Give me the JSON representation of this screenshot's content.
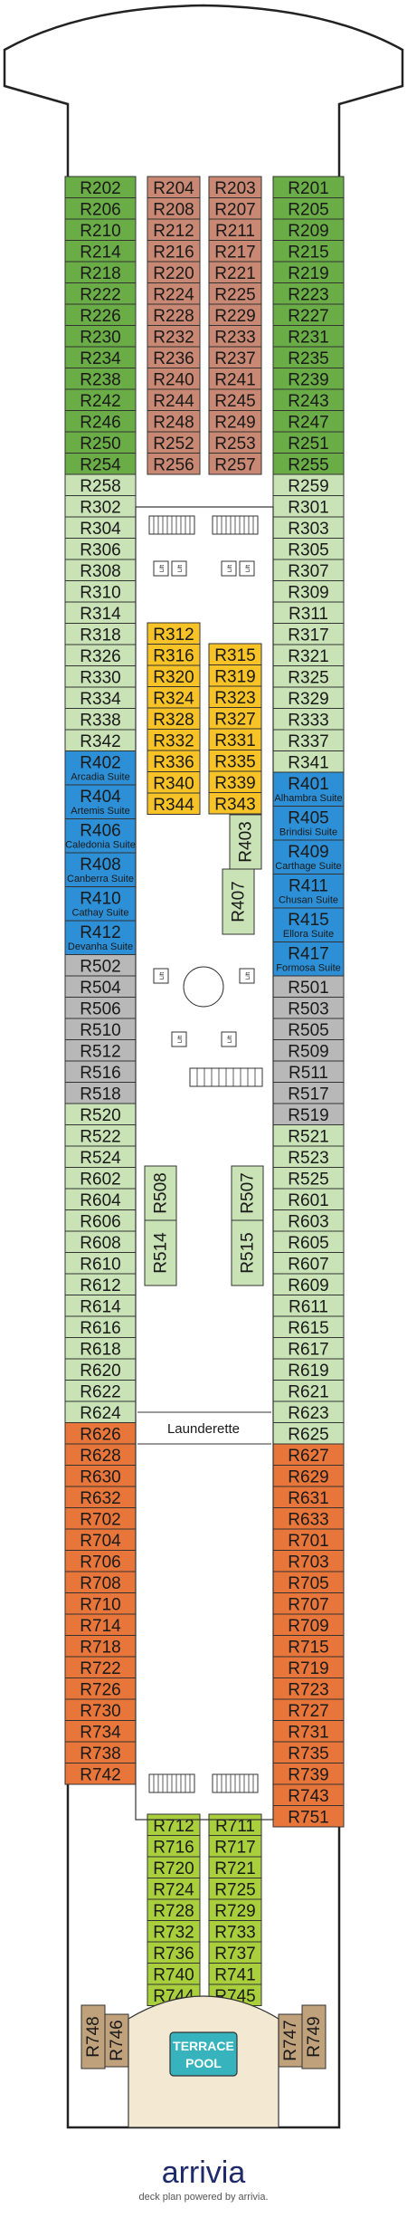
{
  "colors": {
    "green": "#6aac46",
    "light_green": "#c9e3b7",
    "brown": "#c98873",
    "yellow": "#f7c326",
    "blue": "#2d8fd5",
    "gray": "#b8b8b8",
    "orange": "#e8763a",
    "lime": "#a9cf3c",
    "tan": "#bfa17c",
    "teal": "#36b3bc"
  },
  "left_outer": [
    {
      "n": "R202",
      "c": "green"
    },
    {
      "n": "R206",
      "c": "green"
    },
    {
      "n": "R210",
      "c": "green"
    },
    {
      "n": "R214",
      "c": "green"
    },
    {
      "n": "R218",
      "c": "green"
    },
    {
      "n": "R222",
      "c": "green"
    },
    {
      "n": "R226",
      "c": "green"
    },
    {
      "n": "R230",
      "c": "green"
    },
    {
      "n": "R234",
      "c": "green"
    },
    {
      "n": "R238",
      "c": "green"
    },
    {
      "n": "R242",
      "c": "green"
    },
    {
      "n": "R246",
      "c": "green"
    },
    {
      "n": "R250",
      "c": "green"
    },
    {
      "n": "R254",
      "c": "green"
    },
    {
      "n": "R258",
      "c": "light_green"
    },
    {
      "n": "R302",
      "c": "light_green"
    },
    {
      "n": "R304",
      "c": "light_green"
    },
    {
      "n": "R306",
      "c": "light_green"
    },
    {
      "n": "R308",
      "c": "light_green"
    },
    {
      "n": "R310",
      "c": "light_green"
    },
    {
      "n": "R314",
      "c": "light_green"
    },
    {
      "n": "R318",
      "c": "light_green"
    },
    {
      "n": "R326",
      "c": "light_green"
    },
    {
      "n": "R330",
      "c": "light_green"
    },
    {
      "n": "R334",
      "c": "light_green"
    },
    {
      "n": "R338",
      "c": "light_green"
    },
    {
      "n": "R342",
      "c": "light_green"
    },
    {
      "n": "R402",
      "s": "Arcadia Suite",
      "c": "blue"
    },
    {
      "n": "R404",
      "s": "Artemis Suite",
      "c": "blue"
    },
    {
      "n": "R406",
      "s": "Caledonia Suite",
      "c": "blue"
    },
    {
      "n": "R408",
      "s": "Canberra Suite",
      "c": "blue"
    },
    {
      "n": "R410",
      "s": "Cathay Suite",
      "c": "blue"
    },
    {
      "n": "R412",
      "s": "Devanha Suite",
      "c": "blue"
    },
    {
      "n": "R502",
      "c": "gray"
    },
    {
      "n": "R504",
      "c": "gray"
    },
    {
      "n": "R506",
      "c": "gray"
    },
    {
      "n": "R510",
      "c": "gray"
    },
    {
      "n": "R512",
      "c": "gray"
    },
    {
      "n": "R516",
      "c": "gray"
    },
    {
      "n": "R518",
      "c": "gray"
    },
    {
      "n": "R520",
      "c": "light_green"
    },
    {
      "n": "R522",
      "c": "light_green"
    },
    {
      "n": "R524",
      "c": "light_green"
    },
    {
      "n": "R602",
      "c": "light_green"
    },
    {
      "n": "R604",
      "c": "light_green"
    },
    {
      "n": "R606",
      "c": "light_green"
    },
    {
      "n": "R608",
      "c": "light_green"
    },
    {
      "n": "R610",
      "c": "light_green"
    },
    {
      "n": "R612",
      "c": "light_green"
    },
    {
      "n": "R614",
      "c": "light_green"
    },
    {
      "n": "R616",
      "c": "light_green"
    },
    {
      "n": "R618",
      "c": "light_green"
    },
    {
      "n": "R620",
      "c": "light_green"
    },
    {
      "n": "R622",
      "c": "light_green"
    },
    {
      "n": "R624",
      "c": "light_green"
    },
    {
      "n": "R626",
      "c": "orange"
    },
    {
      "n": "R628",
      "c": "orange"
    },
    {
      "n": "R630",
      "c": "orange"
    },
    {
      "n": "R632",
      "c": "orange"
    },
    {
      "n": "R702",
      "c": "orange"
    },
    {
      "n": "R704",
      "c": "orange"
    },
    {
      "n": "R706",
      "c": "orange"
    },
    {
      "n": "R708",
      "c": "orange"
    },
    {
      "n": "R710",
      "c": "orange"
    },
    {
      "n": "R714",
      "c": "orange"
    },
    {
      "n": "R718",
      "c": "orange"
    },
    {
      "n": "R722",
      "c": "orange"
    },
    {
      "n": "R726",
      "c": "orange"
    },
    {
      "n": "R730",
      "c": "orange"
    },
    {
      "n": "R734",
      "c": "orange"
    },
    {
      "n": "R738",
      "c": "orange"
    },
    {
      "n": "R742",
      "c": "orange"
    }
  ],
  "right_outer": [
    {
      "n": "R201",
      "c": "green"
    },
    {
      "n": "R205",
      "c": "green"
    },
    {
      "n": "R209",
      "c": "green"
    },
    {
      "n": "R215",
      "c": "green"
    },
    {
      "n": "R219",
      "c": "green"
    },
    {
      "n": "R223",
      "c": "green"
    },
    {
      "n": "R227",
      "c": "green"
    },
    {
      "n": "R231",
      "c": "green"
    },
    {
      "n": "R235",
      "c": "green"
    },
    {
      "n": "R239",
      "c": "green"
    },
    {
      "n": "R243",
      "c": "green"
    },
    {
      "n": "R247",
      "c": "green"
    },
    {
      "n": "R251",
      "c": "green"
    },
    {
      "n": "R255",
      "c": "green"
    },
    {
      "n": "R259",
      "c": "light_green"
    },
    {
      "n": "R301",
      "c": "light_green"
    },
    {
      "n": "R303",
      "c": "light_green"
    },
    {
      "n": "R305",
      "c": "light_green"
    },
    {
      "n": "R307",
      "c": "light_green"
    },
    {
      "n": "R309",
      "c": "light_green"
    },
    {
      "n": "R311",
      "c": "light_green"
    },
    {
      "n": "R317",
      "c": "light_green"
    },
    {
      "n": "R321",
      "c": "light_green"
    },
    {
      "n": "R325",
      "c": "light_green"
    },
    {
      "n": "R329",
      "c": "light_green"
    },
    {
      "n": "R333",
      "c": "light_green"
    },
    {
      "n": "R337",
      "c": "light_green"
    },
    {
      "n": "R341",
      "c": "light_green"
    },
    {
      "n": "R401",
      "s": "Alhambra Suite",
      "c": "blue"
    },
    {
      "n": "R405",
      "s": "Brindisi Suite",
      "c": "blue"
    },
    {
      "n": "R409",
      "s": "Carthage Suite",
      "c": "blue"
    },
    {
      "n": "R411",
      "s": "Chusan Suite",
      "c": "blue"
    },
    {
      "n": "R415",
      "s": "Ellora Suite",
      "c": "blue"
    },
    {
      "n": "R417",
      "s": "Formosa Suite",
      "c": "blue"
    },
    {
      "n": "R501",
      "c": "gray"
    },
    {
      "n": "R503",
      "c": "gray"
    },
    {
      "n": "R505",
      "c": "gray"
    },
    {
      "n": "R509",
      "c": "gray"
    },
    {
      "n": "R511",
      "c": "gray"
    },
    {
      "n": "R517",
      "c": "gray"
    },
    {
      "n": "R519",
      "c": "gray"
    },
    {
      "n": "R521",
      "c": "light_green"
    },
    {
      "n": "R523",
      "c": "light_green"
    },
    {
      "n": "R525",
      "c": "light_green"
    },
    {
      "n": "R601",
      "c": "light_green"
    },
    {
      "n": "R603",
      "c": "light_green"
    },
    {
      "n": "R605",
      "c": "light_green"
    },
    {
      "n": "R607",
      "c": "light_green"
    },
    {
      "n": "R609",
      "c": "light_green"
    },
    {
      "n": "R611",
      "c": "light_green"
    },
    {
      "n": "R615",
      "c": "light_green"
    },
    {
      "n": "R617",
      "c": "light_green"
    },
    {
      "n": "R619",
      "c": "light_green"
    },
    {
      "n": "R621",
      "c": "light_green"
    },
    {
      "n": "R623",
      "c": "light_green"
    },
    {
      "n": "R625",
      "c": "light_green"
    },
    {
      "n": "R627",
      "c": "orange"
    },
    {
      "n": "R629",
      "c": "orange"
    },
    {
      "n": "R631",
      "c": "orange"
    },
    {
      "n": "R633",
      "c": "orange"
    },
    {
      "n": "R701",
      "c": "orange"
    },
    {
      "n": "R703",
      "c": "orange"
    },
    {
      "n": "R705",
      "c": "orange"
    },
    {
      "n": "R707",
      "c": "orange"
    },
    {
      "n": "R709",
      "c": "orange"
    },
    {
      "n": "R715",
      "c": "orange"
    },
    {
      "n": "R719",
      "c": "orange"
    },
    {
      "n": "R723",
      "c": "orange"
    },
    {
      "n": "R727",
      "c": "orange"
    },
    {
      "n": "R731",
      "c": "orange"
    },
    {
      "n": "R735",
      "c": "orange"
    },
    {
      "n": "R739",
      "c": "orange"
    },
    {
      "n": "R743",
      "c": "orange"
    },
    {
      "n": "R751",
      "c": "orange"
    }
  ],
  "inner_left_2": [
    "R204",
    "R208",
    "R212",
    "R216",
    "R220",
    "R224",
    "R228",
    "R232",
    "R236",
    "R240",
    "R244",
    "R248",
    "R252",
    "R256"
  ],
  "inner_right_2": [
    "R203",
    "R207",
    "R211",
    "R217",
    "R221",
    "R225",
    "R229",
    "R233",
    "R237",
    "R241",
    "R245",
    "R249",
    "R253",
    "R257"
  ],
  "inner_left_3": [
    "R312",
    "R316",
    "R320",
    "R324",
    "R328",
    "R332",
    "R336",
    "R340",
    "R344"
  ],
  "inner_right_3": [
    "R315",
    "R319",
    "R323",
    "R327",
    "R331",
    "R335",
    "R339",
    "R343"
  ],
  "inner_left_7": [
    "R712",
    "R716",
    "R720",
    "R724",
    "R728",
    "R732",
    "R736",
    "R740",
    "R744"
  ],
  "inner_right_7": [
    "R711",
    "R717",
    "R721",
    "R725",
    "R729",
    "R733",
    "R737",
    "R741",
    "R745"
  ],
  "vertical_cabins": {
    "r403": "R403",
    "r407": "R407",
    "r508": "R508",
    "r514": "R514",
    "r507": "R507",
    "r515": "R515",
    "r748": "R748",
    "r746": "R746",
    "r747": "R747",
    "r749": "R749"
  },
  "lift_label": "Lift",
  "launderette": "Launderette",
  "pool_line1": "TERRACE",
  "pool_line2": "POOL",
  "brand": "arrivia",
  "powered": "deck plan powered by arrivia."
}
